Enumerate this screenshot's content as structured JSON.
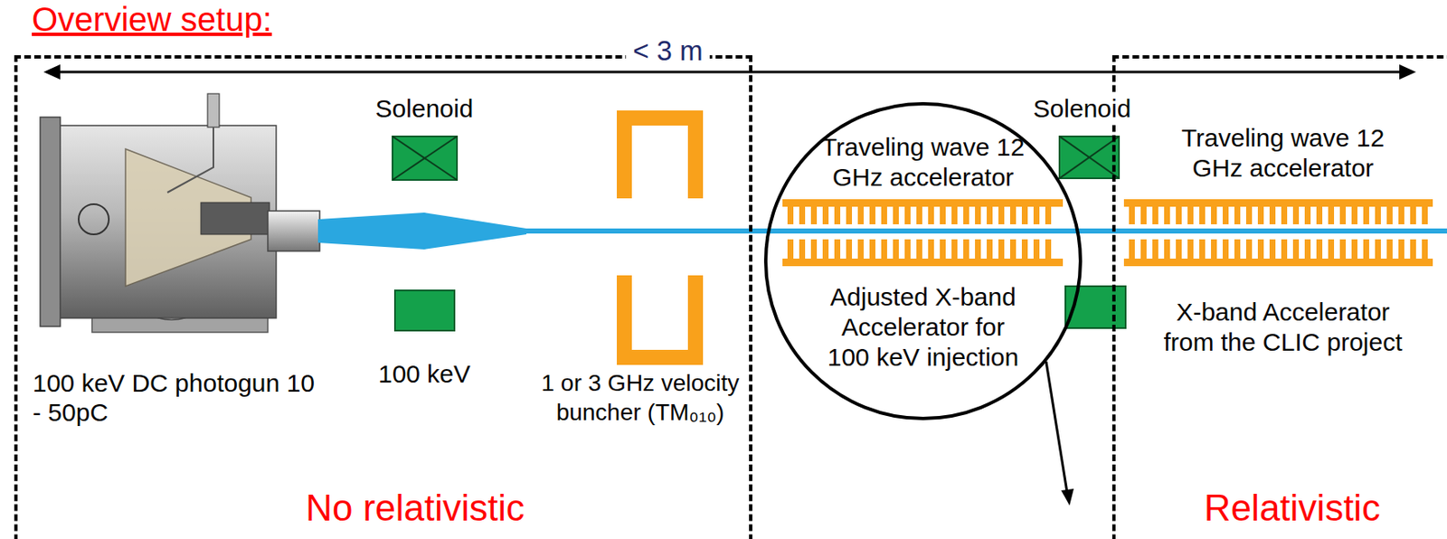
{
  "diagram": {
    "title": "Overview setup:",
    "nodes": [
      {
        "text": [
          "No relativistic"
        ]
      },
      {
        "text": [
          "Traveling wave 12 GHz accelerator",
          "Adjusted X-band Accelerator for 100 keV injection"
        ]
      },
      {
        "text": [
          "Relativistic"
        ]
      }
    ],
    "labels": [
      "< 3 m",
      "Solenoid",
      "100 keV DC photogun 10 - 50pC",
      "100 keV",
      "1 or 3 GHz velocity buncher (TM₀₁₀)",
      "Solenoid",
      "Traveling wave 12 GHz accelerator",
      "X-band Accelerator from the CLIC project"
    ]
  }
}
